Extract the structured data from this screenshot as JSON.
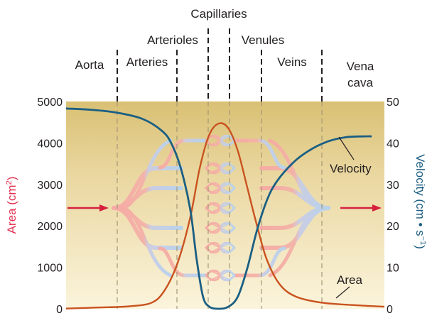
{
  "chart_data": {
    "type": "line",
    "segments": [
      "Aorta",
      "Arteries",
      "Arterioles",
      "Capillaries",
      "Venules",
      "Veins",
      "Vena cava"
    ],
    "segment_labels": {
      "aorta": "Aorta",
      "arteries": "Arteries",
      "arterioles": "Arterioles",
      "capillaries": "Capillaries",
      "venules": "Venules",
      "veins": "Veins",
      "vena_cava_line1": "Vena",
      "vena_cava_line2": "cava"
    },
    "y_left": {
      "label_prefix": "Area (cm",
      "label_sup": "2",
      "label_suffix": ")",
      "ticks": [
        "0",
        "1000",
        "2000",
        "3000",
        "4000",
        "5000"
      ],
      "ylim": [
        0,
        5000
      ]
    },
    "y_right": {
      "label_prefix": "Velocity (cm • s",
      "label_sup": "−1",
      "label_suffix": ")",
      "ticks": [
        "0",
        "10",
        "20",
        "30",
        "40",
        "50"
      ],
      "ylim": [
        0,
        50
      ]
    },
    "series": [
      {
        "name": "Area",
        "axis": "left",
        "color": "#c9531f",
        "points": [
          [
            0.0,
            5
          ],
          [
            0.1,
            30
          ],
          [
            0.2,
            60
          ],
          [
            0.27,
            150
          ],
          [
            0.31,
            450
          ],
          [
            0.35,
            1100
          ],
          [
            0.39,
            2200
          ],
          [
            0.42,
            3400
          ],
          [
            0.45,
            4200
          ],
          [
            0.48,
            4470
          ],
          [
            0.51,
            4350
          ],
          [
            0.54,
            3800
          ],
          [
            0.57,
            2900
          ],
          [
            0.6,
            2000
          ],
          [
            0.63,
            1200
          ],
          [
            0.67,
            600
          ],
          [
            0.72,
            300
          ],
          [
            0.8,
            150
          ],
          [
            0.9,
            90
          ],
          [
            1.0,
            50
          ]
        ]
      },
      {
        "name": "Velocity",
        "axis": "right",
        "color": "#1b5f83",
        "points": [
          [
            0.0,
            48.3
          ],
          [
            0.08,
            48.0
          ],
          [
            0.16,
            47.3
          ],
          [
            0.24,
            45.8
          ],
          [
            0.3,
            43.0
          ],
          [
            0.33,
            40.0
          ],
          [
            0.36,
            34.0
          ],
          [
            0.39,
            24.0
          ],
          [
            0.41,
            12.0
          ],
          [
            0.43,
            3.0
          ],
          [
            0.45,
            0.5
          ],
          [
            0.48,
            0.0
          ],
          [
            0.51,
            0.5
          ],
          [
            0.54,
            3.0
          ],
          [
            0.57,
            10.0
          ],
          [
            0.6,
            19.0
          ],
          [
            0.63,
            26.0
          ],
          [
            0.66,
            30.5
          ],
          [
            0.71,
            35.0
          ],
          [
            0.76,
            38.0
          ],
          [
            0.82,
            40.3
          ],
          [
            0.88,
            41.4
          ],
          [
            0.94,
            41.6
          ],
          [
            0.96,
            41.6
          ]
        ]
      }
    ],
    "annotations": [
      "Velocity",
      "Area"
    ],
    "grid": false,
    "legend": "none"
  },
  "colors": {
    "background_top": "#d9c074",
    "background_bottom": "#fbf4dc",
    "arterial_flow": "#f7a9a4",
    "venous_flow": "#b7d2ee",
    "arrow": "#d5213d",
    "divider": "#231f20",
    "divider_inner": "#a59875"
  }
}
